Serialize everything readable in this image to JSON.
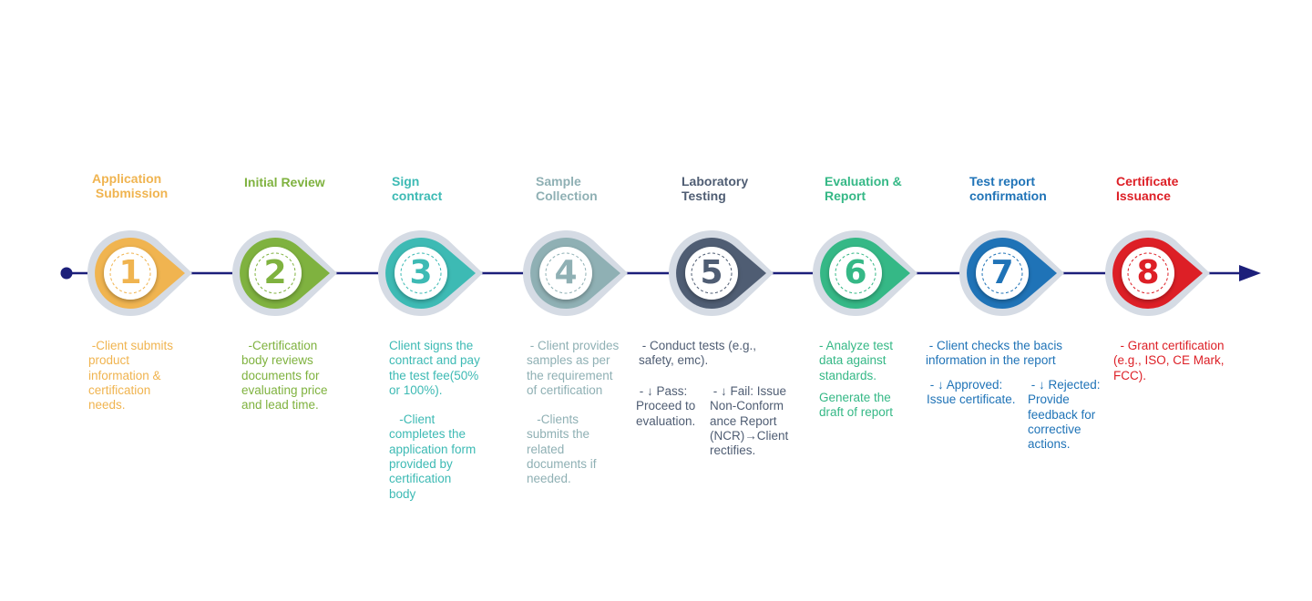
{
  "colors": {
    "axis": "#1c1f7a",
    "halo": "#d5dbe4",
    "step1": "#f0b450",
    "step2": "#7fb23f",
    "step3": "#3dbab4",
    "step4": "#8fb0b4",
    "step5": "#4f5d73",
    "step6": "#35b886",
    "step7": "#1f73b7",
    "step8": "#dd1f26"
  },
  "steps": [
    {
      "number": "1",
      "title": "Application\n Submission",
      "description": [
        " -Client submits\nproduct\ninformation &\ncertification\nneeds."
      ]
    },
    {
      "number": "2",
      "title": "Initial Review",
      "description": [
        "  -Certification\nbody reviews\ndocuments for\nevaluating price\nand lead time."
      ]
    },
    {
      "number": "3",
      "title": "Sign\ncontract",
      "description": [
        "Client signs the\ncontract and pay\nthe test fee(50%\nor 100%).",
        "   -Client\ncompletes the\napplication form\nprovided by\ncertification\nbody"
      ]
    },
    {
      "number": "4",
      "title": "Sample\nCollection",
      "description": [
        " - Client provides\nsamples as per\nthe requirement\nof certification",
        "   -Clients\nsubmits the\nrelated\ndocuments if\nneeded."
      ]
    },
    {
      "number": "5",
      "title": "Laboratory\nTesting",
      "description": [
        " - Conduct tests (e.g.,\nsafety, emc)."
      ],
      "branches": [
        " - ↓ Pass:\nProceed to\nevaluation.",
        " - ↓ Fail: Issue\nNon-Conform\nance Report\n(NCR)→Client\nrectifies."
      ]
    },
    {
      "number": "6",
      "title": "Evaluation &\nReport",
      "description": [
        "- Analyze test\ndata against\nstandards.",
        "Generate the\ndraft of report"
      ]
    },
    {
      "number": "7",
      "title": "Test report\nconfirmation",
      "description": [
        " - Client checks the bacis\ninformation in the report"
      ],
      "branches": [
        " - ↓ Approved:\nIssue certificate.",
        " - ↓ Rejected:\nProvide\nfeedback for\ncorrective\nactions."
      ]
    },
    {
      "number": "8",
      "title": "Certificate\nIssuance",
      "description": [
        "  - Grant certification\n(e.g., ISO, CE Mark,\nFCC)."
      ]
    }
  ]
}
